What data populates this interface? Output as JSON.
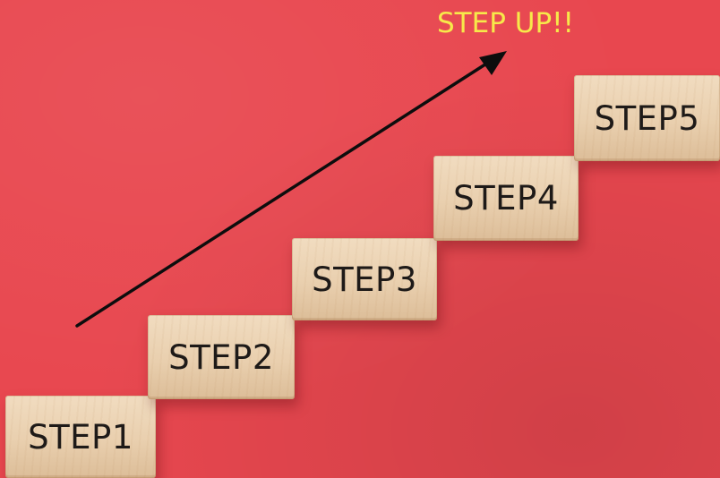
{
  "headline": {
    "text": "STEP UP!!",
    "color": "#f7e94a"
  },
  "background_color": "#e8474f",
  "blocks": [
    {
      "label": "STEP1"
    },
    {
      "label": "STEP2"
    },
    {
      "label": "STEP3"
    },
    {
      "label": "STEP4"
    },
    {
      "label": "STEP5"
    }
  ]
}
